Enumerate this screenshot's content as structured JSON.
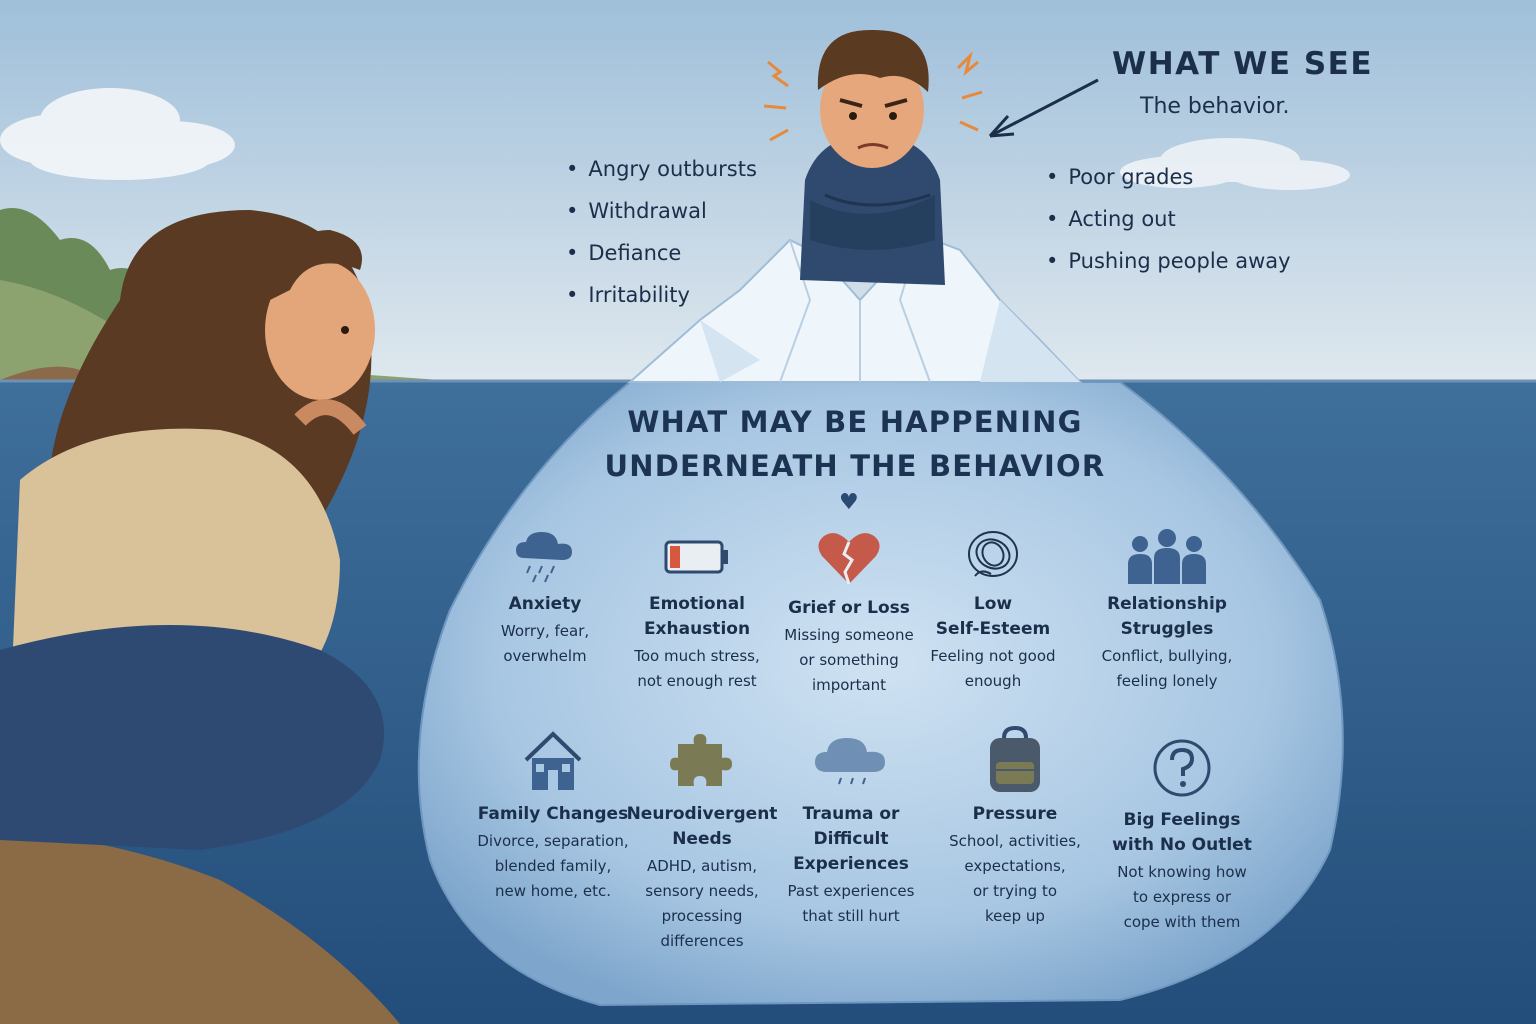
{
  "top": {
    "title": "WHAT WE SEE",
    "subtitle": "The behavior."
  },
  "behaviors_left": [
    "Angry outbursts",
    "Withdrawal",
    "Defiance",
    "Irritability"
  ],
  "behaviors_right": [
    "Poor grades",
    "Acting out",
    "Pushing people away"
  ],
  "underneath": {
    "title_line1": "WHAT MAY BE HAPPENING",
    "title_line2": "UNDERNEATH THE BEHAVIOR"
  },
  "causes": [
    {
      "name_lines": [
        "Anxiety"
      ],
      "desc_lines": [
        "Worry, fear,",
        "overwhelm"
      ],
      "icon": "rain-cloud-icon"
    },
    {
      "name_lines": [
        "Emotional",
        "Exhaustion"
      ],
      "desc_lines": [
        "Too much stress,",
        "not enough rest"
      ],
      "icon": "low-battery-icon"
    },
    {
      "name_lines": [
        "Grief or Loss"
      ],
      "desc_lines": [
        "Missing someone",
        "or something",
        "important"
      ],
      "icon": "broken-heart-icon"
    },
    {
      "name_lines": [
        "Low",
        "Self-Esteem"
      ],
      "desc_lines": [
        "Feeling not good",
        "enough"
      ],
      "icon": "scribble-icon"
    },
    {
      "name_lines": [
        "Relationship",
        "Struggles"
      ],
      "desc_lines": [
        "Conflict, bullying,",
        "feeling lonely"
      ],
      "icon": "people-icon"
    },
    {
      "name_lines": [
        "Family Changes"
      ],
      "desc_lines": [
        "Divorce, separation,",
        "blended family,",
        "new home, etc."
      ],
      "icon": "house-icon"
    },
    {
      "name_lines": [
        "Neurodivergent",
        "Needs"
      ],
      "desc_lines": [
        "ADHD, autism,",
        "sensory needs,",
        "processing",
        "differences"
      ],
      "icon": "puzzle-piece-icon"
    },
    {
      "name_lines": [
        "Trauma or",
        "Difficult Experiences"
      ],
      "desc_lines": [
        "Past experiences",
        "that still hurt"
      ],
      "icon": "storm-cloud-icon"
    },
    {
      "name_lines": [
        "Pressure"
      ],
      "desc_lines": [
        "School, activities,",
        "expectations,",
        "or trying to",
        "keep up"
      ],
      "icon": "backpack-icon"
    },
    {
      "name_lines": [
        "Big Feelings",
        "with No Outlet"
      ],
      "desc_lines": [
        "Not knowing how",
        "to express or",
        "cope with them"
      ],
      "icon": "question-mark-icon"
    }
  ],
  "colors": {
    "sky": "#b9cfe0",
    "sea": "#2f5f8f",
    "ice_underwater": "#a9c8e4",
    "text": "#1b2f4b"
  }
}
